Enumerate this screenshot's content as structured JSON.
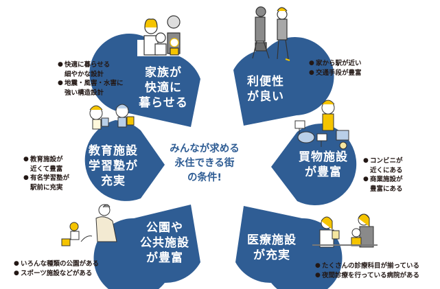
{
  "colors": {
    "drop_fill": "#2f5d94",
    "center_text": "#2f5d94",
    "bullet_text": "#231815",
    "accent_yellow": "#f5c400",
    "illustration_gray": "#8a8a8a"
  },
  "center": {
    "title": "みんなが求める\n永住できる街\nの条件!"
  },
  "drops": [
    {
      "id": "family",
      "label": "家族が\n快適に\n暮らせる",
      "icon": "family-illustration",
      "bullets": [
        "快適に暮らせる\n細やかな設計",
        "地震・風害・水害に\n強い構造設計"
      ]
    },
    {
      "id": "convenience",
      "label": "利便性\nが良い",
      "icon": "commuters-illustration",
      "bullets": [
        "家から駅が近い",
        "交通手段が豊富"
      ]
    },
    {
      "id": "education",
      "label": "教育施設\n学習塾が\n充実",
      "icon": "schoolchildren-illustration",
      "bullets": [
        "教育施設が\n近くて豊富",
        "有名学習塾が\n駅前に充実"
      ]
    },
    {
      "id": "shopping",
      "label": "買物施設\nが豊富",
      "icon": "shopper-illustration",
      "bullets": [
        "コンビニが\n近くにある",
        "商業施設が\n豊富にある"
      ]
    },
    {
      "id": "parks",
      "label": "公園や\n公共施設\nが豊富",
      "icon": "park-play-illustration",
      "bullets": [
        "いろんな種類の公園がある",
        "スポーツ施設などがある"
      ]
    },
    {
      "id": "medical",
      "label": "医療施設\nが充実",
      "icon": "doctor-visit-illustration",
      "bullets": [
        "たくさんの診療科目が揃っている",
        "夜間診療を行っている病院がある"
      ]
    }
  ],
  "bullet_glyph": "●"
}
